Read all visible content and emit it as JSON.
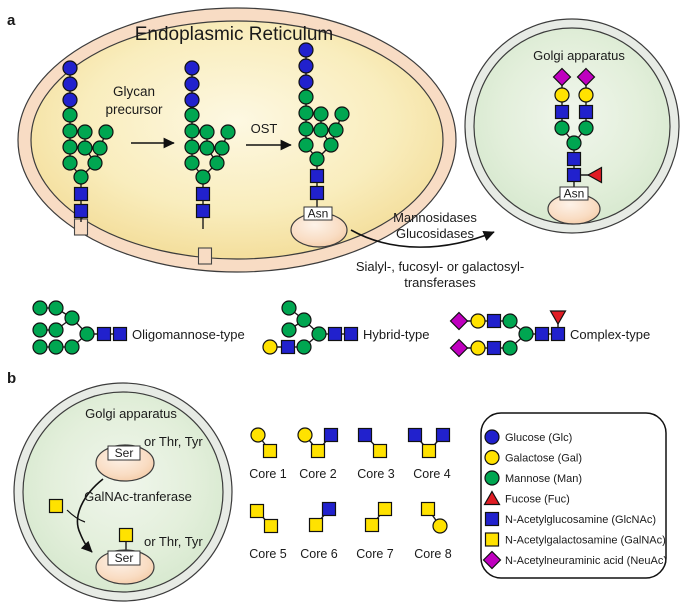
{
  "figure": {
    "panel_a_label": "a",
    "panel_b_label": "b"
  },
  "colors": {
    "glc": "#2121cd",
    "gal": "#ffe200",
    "man": "#00a651",
    "fuc": "#e01c24",
    "glcnac": "#2121cd",
    "galnac": "#ffe200",
    "neuac": "#bf00bf",
    "membrane": "#f8dcc4"
  },
  "panel_a": {
    "er_title": "Endoplasmic Reticulum",
    "glycan_precursor_line1": "Glycan",
    "glycan_precursor_line2": "precursor",
    "ost_label": "OST",
    "asn_label": "Asn",
    "golgi_title": "Golgi apparatus",
    "enzymes_to_golgi_line1": "Mannosidases",
    "enzymes_to_golgi_line2": "Glucosidases",
    "enzymes_in_golgi_line1": "Sialyl-, fucosyl- or galactosyl-",
    "enzymes_in_golgi_line2": "transferases",
    "type_oligomannose": "Oligomannose-type",
    "type_hybrid": "Hybrid-type",
    "type_complex": "Complex-type"
  },
  "panel_b": {
    "golgi_title": "Golgi apparatus",
    "ser_label": "Ser",
    "or_thr_tyr": "or Thr, Tyr",
    "enzyme": "GalNAc-tranferase",
    "cores": [
      "Core 1",
      "Core 2",
      "Core 3",
      "Core 4",
      "Core 5",
      "Core 6",
      "Core 7",
      "Core 8"
    ]
  },
  "legend": {
    "items": [
      {
        "shape": "circle",
        "color": "glc",
        "label": "Glucose (Glc)"
      },
      {
        "shape": "circle",
        "color": "gal",
        "label": "Galactose (Gal)"
      },
      {
        "shape": "circle",
        "color": "man",
        "label": "Mannose (Man)"
      },
      {
        "shape": "tri-up",
        "color": "fuc",
        "label": "Fucose (Fuc)"
      },
      {
        "shape": "square",
        "color": "glcnac",
        "label": "N-Acetylglucosamine (GlcNAc)"
      },
      {
        "shape": "square",
        "color": "galnac",
        "label": "N-Acetylgalactosamine (GalNAc)"
      },
      {
        "shape": "diamond",
        "color": "neuac",
        "label": "N-Acetylneuraminic acid (NeuAc)"
      }
    ]
  },
  "glyphs": [
    {
      "id": "er-glycan-1",
      "nodes": [
        [
          "square",
          "glcnac",
          81,
          211
        ],
        [
          "square",
          "glcnac",
          81,
          194
        ],
        [
          "circle",
          "man",
          81,
          177
        ],
        [
          "circle",
          "man",
          70,
          163
        ],
        [
          "circle",
          "man",
          70,
          147
        ],
        [
          "circle",
          "man",
          70,
          131
        ],
        [
          "circle",
          "man",
          70,
          115
        ],
        [
          "circle",
          "glc",
          70,
          100
        ],
        [
          "circle",
          "glc",
          70,
          84
        ],
        [
          "circle",
          "glc",
          70,
          68
        ],
        [
          "circle",
          "man",
          95,
          163
        ],
        [
          "circle",
          "man",
          85,
          148
        ],
        [
          "circle",
          "man",
          85,
          132
        ],
        [
          "circle",
          "man",
          100,
          148
        ],
        [
          "circle",
          "man",
          106,
          132
        ]
      ],
      "edges": [
        [
          0,
          1
        ],
        [
          1,
          2
        ],
        [
          2,
          3
        ],
        [
          3,
          4
        ],
        [
          4,
          5
        ],
        [
          5,
          6
        ],
        [
          6,
          7
        ],
        [
          7,
          8
        ],
        [
          8,
          9
        ],
        [
          2,
          10
        ],
        [
          10,
          11
        ],
        [
          11,
          12
        ],
        [
          10,
          13
        ],
        [
          13,
          14
        ]
      ]
    },
    {
      "id": "er-glycan-2",
      "nodes": [
        [
          "square",
          "glcnac",
          203,
          211
        ],
        [
          "square",
          "glcnac",
          203,
          194
        ],
        [
          "circle",
          "man",
          203,
          177
        ],
        [
          "circle",
          "man",
          192,
          163
        ],
        [
          "circle",
          "man",
          192,
          147
        ],
        [
          "circle",
          "man",
          192,
          131
        ],
        [
          "circle",
          "man",
          192,
          115
        ],
        [
          "circle",
          "glc",
          192,
          100
        ],
        [
          "circle",
          "glc",
          192,
          84
        ],
        [
          "circle",
          "glc",
          192,
          68
        ],
        [
          "circle",
          "man",
          217,
          163
        ],
        [
          "circle",
          "man",
          207,
          148
        ],
        [
          "circle",
          "man",
          207,
          132
        ],
        [
          "circle",
          "man",
          222,
          148
        ],
        [
          "circle",
          "man",
          228,
          132
        ]
      ],
      "edges": [
        [
          0,
          1
        ],
        [
          1,
          2
        ],
        [
          2,
          3
        ],
        [
          3,
          4
        ],
        [
          4,
          5
        ],
        [
          5,
          6
        ],
        [
          6,
          7
        ],
        [
          7,
          8
        ],
        [
          8,
          9
        ],
        [
          2,
          10
        ],
        [
          10,
          11
        ],
        [
          11,
          12
        ],
        [
          10,
          13
        ],
        [
          13,
          14
        ]
      ]
    },
    {
      "id": "er-glycan-3",
      "nodes": [
        [
          "square",
          "glcnac",
          317,
          193
        ],
        [
          "square",
          "glcnac",
          317,
          176
        ],
        [
          "circle",
          "man",
          317,
          159
        ],
        [
          "circle",
          "man",
          306,
          145
        ],
        [
          "circle",
          "man",
          306,
          129
        ],
        [
          "circle",
          "man",
          306,
          113
        ],
        [
          "circle",
          "man",
          306,
          97
        ],
        [
          "circle",
          "glc",
          306,
          82
        ],
        [
          "circle",
          "glc",
          306,
          66
        ],
        [
          "circle",
          "glc",
          306,
          50
        ],
        [
          "circle",
          "man",
          331,
          145
        ],
        [
          "circle",
          "man",
          321,
          130
        ],
        [
          "circle",
          "man",
          321,
          114
        ],
        [
          "circle",
          "man",
          336,
          130
        ],
        [
          "circle",
          "man",
          342,
          114
        ]
      ],
      "edges": [
        [
          0,
          1
        ],
        [
          1,
          2
        ],
        [
          2,
          3
        ],
        [
          3,
          4
        ],
        [
          4,
          5
        ],
        [
          5,
          6
        ],
        [
          6,
          7
        ],
        [
          7,
          8
        ],
        [
          8,
          9
        ],
        [
          2,
          10
        ],
        [
          10,
          11
        ],
        [
          11,
          12
        ],
        [
          10,
          13
        ],
        [
          13,
          14
        ]
      ]
    },
    {
      "id": "golgi-a-glycan",
      "nodes": [
        [
          "diamond",
          "neuac",
          562,
          77
        ],
        [
          "diamond",
          "neuac",
          586,
          77
        ],
        [
          "circle",
          "gal",
          562,
          95
        ],
        [
          "circle",
          "gal",
          586,
          95
        ],
        [
          "square",
          "glcnac",
          562,
          112
        ],
        [
          "square",
          "glcnac",
          586,
          112
        ],
        [
          "circle",
          "man",
          562,
          128
        ],
        [
          "circle",
          "man",
          586,
          128
        ],
        [
          "circle",
          "man",
          574,
          143
        ],
        [
          "square",
          "glcnac",
          574,
          159
        ],
        [
          "square",
          "glcnac",
          574,
          175
        ],
        [
          "tri-left",
          "fuc",
          595,
          175
        ]
      ],
      "edges": [
        [
          0,
          2
        ],
        [
          2,
          4
        ],
        [
          4,
          6
        ],
        [
          6,
          8
        ],
        [
          1,
          3
        ],
        [
          3,
          5
        ],
        [
          5,
          7
        ],
        [
          7,
          8
        ],
        [
          8,
          9
        ],
        [
          9,
          10
        ],
        [
          10,
          11
        ]
      ]
    },
    {
      "id": "oligomannose",
      "nodes": [
        [
          "circle",
          "man",
          40,
          308
        ],
        [
          "circle",
          "man",
          56,
          308
        ],
        [
          "circle",
          "man",
          72,
          318
        ],
        [
          "circle",
          "man",
          40,
          330
        ],
        [
          "circle",
          "man",
          56,
          330
        ],
        [
          "circle",
          "man",
          87,
          334
        ],
        [
          "circle",
          "man",
          40,
          347
        ],
        [
          "circle",
          "man",
          56,
          347
        ],
        [
          "circle",
          "man",
          72,
          347
        ],
        [
          "square",
          "glcnac",
          104,
          334
        ],
        [
          "square",
          "glcnac",
          120,
          334
        ]
      ],
      "edges": [
        [
          0,
          1
        ],
        [
          1,
          2
        ],
        [
          3,
          4
        ],
        [
          4,
          2
        ],
        [
          2,
          5
        ],
        [
          6,
          7
        ],
        [
          7,
          8
        ],
        [
          8,
          5
        ],
        [
          5,
          9
        ],
        [
          9,
          10
        ]
      ]
    },
    {
      "id": "hybrid",
      "nodes": [
        [
          "circle",
          "man",
          289,
          308
        ],
        [
          "circle",
          "man",
          289,
          330
        ],
        [
          "circle",
          "man",
          304,
          320
        ],
        [
          "circle",
          "gal",
          270,
          347
        ],
        [
          "square",
          "glcnac",
          288,
          347
        ],
        [
          "circle",
          "man",
          304,
          347
        ],
        [
          "circle",
          "man",
          319,
          334
        ],
        [
          "square",
          "glcnac",
          335,
          334
        ],
        [
          "square",
          "glcnac",
          351,
          334
        ]
      ],
      "edges": [
        [
          0,
          2
        ],
        [
          1,
          2
        ],
        [
          2,
          6
        ],
        [
          3,
          4
        ],
        [
          4,
          5
        ],
        [
          5,
          6
        ],
        [
          6,
          7
        ],
        [
          7,
          8
        ]
      ]
    },
    {
      "id": "complex",
      "nodes": [
        [
          "diamond",
          "neuac",
          459,
          321
        ],
        [
          "circle",
          "gal",
          478,
          321
        ],
        [
          "square",
          "glcnac",
          494,
          321
        ],
        [
          "circle",
          "man",
          510,
          321
        ],
        [
          "diamond",
          "neuac",
          459,
          348
        ],
        [
          "circle",
          "gal",
          478,
          348
        ],
        [
          "square",
          "glcnac",
          494,
          348
        ],
        [
          "circle",
          "man",
          510,
          348
        ],
        [
          "circle",
          "man",
          526,
          334
        ],
        [
          "square",
          "glcnac",
          542,
          334
        ],
        [
          "square",
          "glcnac",
          558,
          334
        ],
        [
          "tri-down",
          "fuc",
          558,
          317
        ]
      ],
      "edges": [
        [
          0,
          1
        ],
        [
          1,
          2
        ],
        [
          2,
          3
        ],
        [
          3,
          8
        ],
        [
          4,
          5
        ],
        [
          5,
          6
        ],
        [
          6,
          7
        ],
        [
          7,
          8
        ],
        [
          8,
          9
        ],
        [
          9,
          10
        ],
        [
          10,
          11
        ]
      ]
    },
    {
      "id": "b-free-galnac",
      "nodes": [
        [
          "square",
          "galnac",
          56,
          506
        ]
      ],
      "edges": []
    },
    {
      "id": "b-ser-galnac",
      "nodes": [
        [
          "square",
          "galnac",
          126,
          535
        ]
      ],
      "edges": []
    },
    {
      "id": "core-1",
      "nodes": [
        [
          "circle",
          "gal",
          258,
          435
        ],
        [
          "square",
          "galnac",
          270,
          451
        ]
      ],
      "edges": [
        [
          0,
          1
        ]
      ]
    },
    {
      "id": "core-2",
      "nodes": [
        [
          "circle",
          "gal",
          305,
          435
        ],
        [
          "square",
          "glcnac",
          331,
          435
        ],
        [
          "square",
          "galnac",
          318,
          451
        ]
      ],
      "edges": [
        [
          0,
          2
        ],
        [
          1,
          2
        ]
      ]
    },
    {
      "id": "core-3",
      "nodes": [
        [
          "square",
          "glcnac",
          365,
          435
        ],
        [
          "square",
          "galnac",
          380,
          451
        ]
      ],
      "edges": [
        [
          0,
          1
        ]
      ]
    },
    {
      "id": "core-4",
      "nodes": [
        [
          "square",
          "glcnac",
          415,
          435
        ],
        [
          "square",
          "glcnac",
          443,
          435
        ],
        [
          "square",
          "galnac",
          429,
          451
        ]
      ],
      "edges": [
        [
          0,
          2
        ],
        [
          1,
          2
        ]
      ]
    },
    {
      "id": "core-5",
      "nodes": [
        [
          "square",
          "galnac",
          257,
          511
        ],
        [
          "square",
          "galnac",
          271,
          526
        ]
      ],
      "edges": [
        [
          0,
          1
        ]
      ]
    },
    {
      "id": "core-6",
      "nodes": [
        [
          "square",
          "glcnac",
          329,
          509
        ],
        [
          "square",
          "galnac",
          316,
          525
        ]
      ],
      "edges": [
        [
          0,
          1
        ]
      ]
    },
    {
      "id": "core-7",
      "nodes": [
        [
          "square",
          "galnac",
          385,
          509
        ],
        [
          "square",
          "galnac",
          372,
          525
        ]
      ],
      "edges": [
        [
          0,
          1
        ]
      ]
    },
    {
      "id": "core-8",
      "nodes": [
        [
          "square",
          "galnac",
          428,
          509
        ],
        [
          "circle",
          "gal",
          440,
          526
        ]
      ],
      "edges": [
        [
          0,
          1
        ]
      ]
    }
  ]
}
